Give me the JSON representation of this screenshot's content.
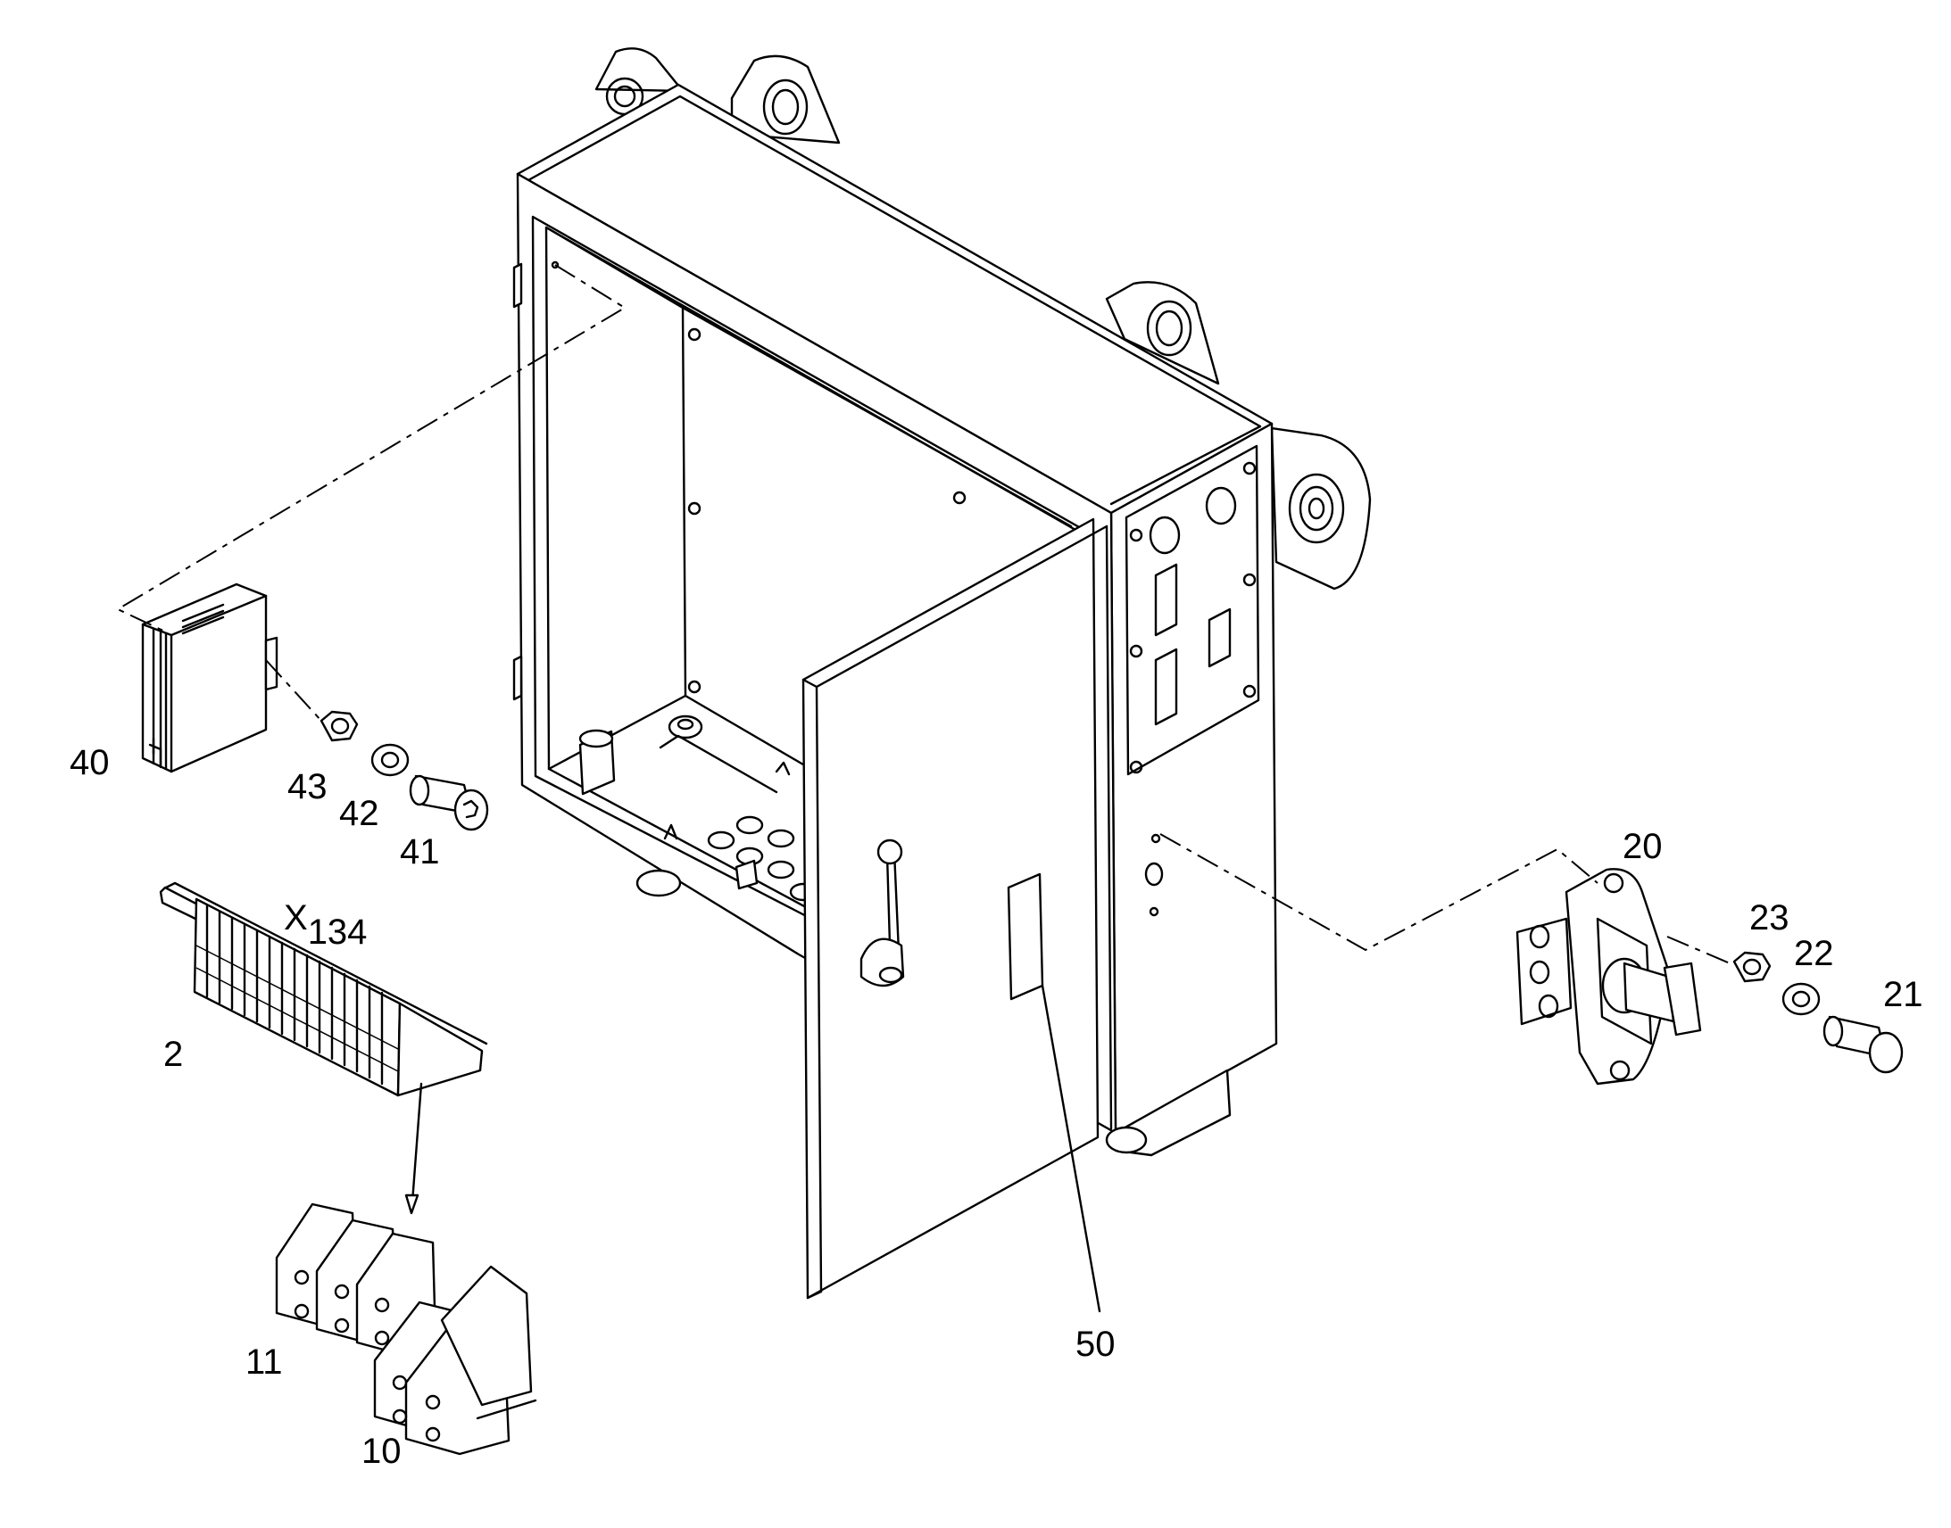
{
  "callouts": {
    "p40": "40",
    "p43": "43",
    "p42": "42",
    "p41": "41",
    "p2": "2",
    "p11": "11",
    "p10": "10",
    "p50": "50",
    "p20": "20",
    "p23": "23",
    "p22": "22",
    "p21": "21"
  },
  "labels": {
    "terminal_group_x": "X",
    "terminal_group_sub": "134"
  },
  "colors": {
    "line": "#000000",
    "background": "#ffffff"
  }
}
